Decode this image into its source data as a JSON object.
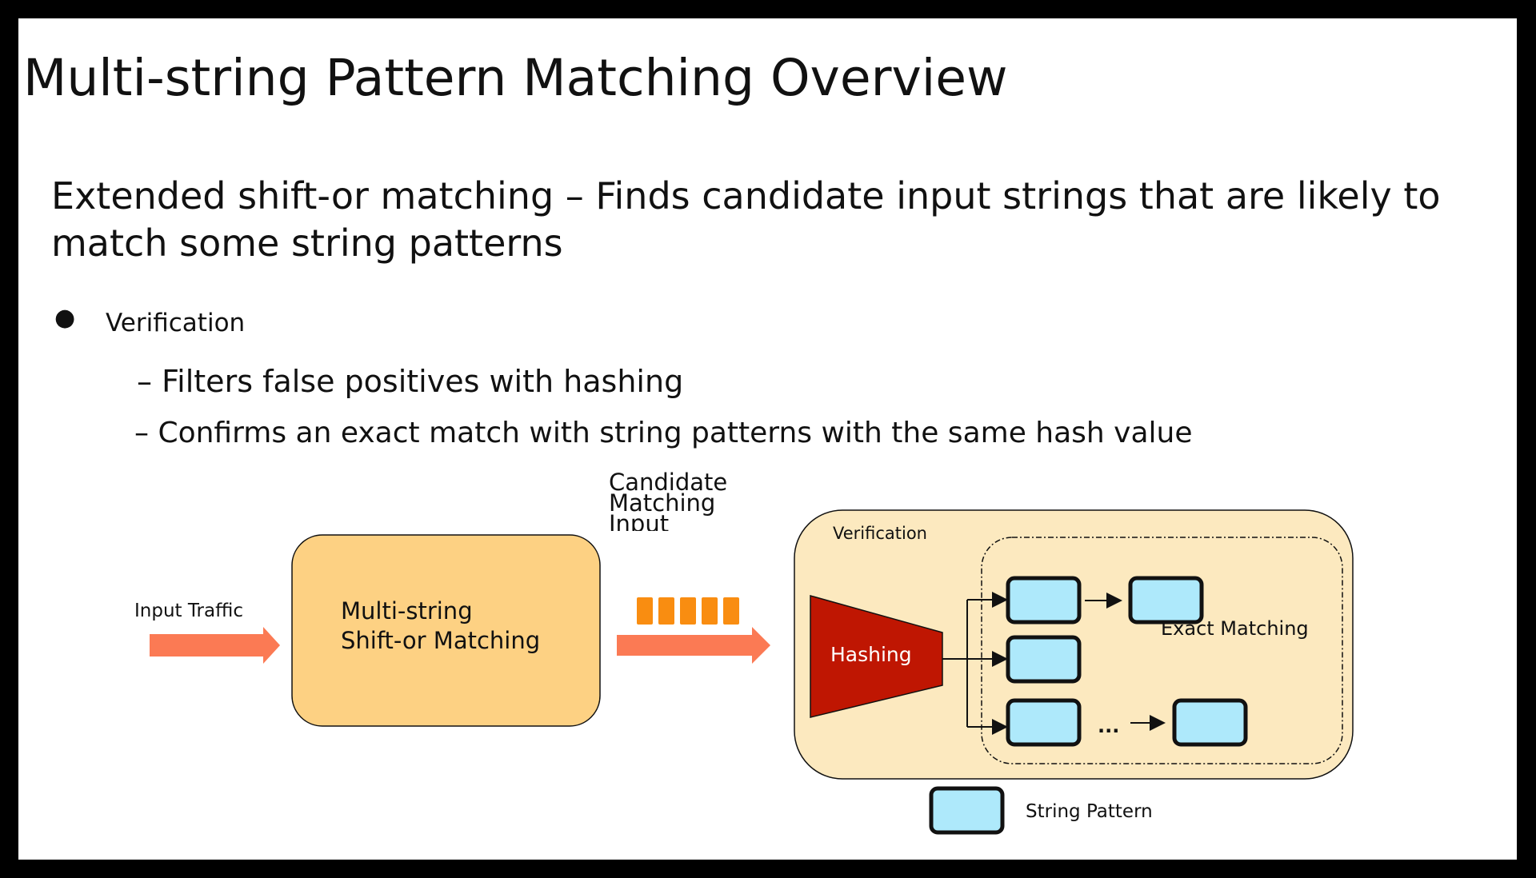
{
  "slide": {
    "title": "Multi-string Pattern Matching Overview",
    "main_point": "Extended shift-or matching – Finds candidate input strings that are likely to match some string patterns",
    "bullet": {
      "marker": "●",
      "label": "Verification",
      "sub_items": [
        "– Filters false positives with hashing",
        "– Confirms an exact match with string patterns with the same hash value"
      ]
    }
  },
  "diagram": {
    "input_label": "Input Traffic",
    "shift_or_box": {
      "line1": "Multi-string",
      "line2": "Shift-or Matching"
    },
    "candidate_label": {
      "line1": "Candidate",
      "line2": "Matching",
      "line3": "Input"
    },
    "verification_label": "Verification",
    "hashing_label": "Hashing",
    "exact_matching_label": "Exact Matching",
    "ellipsis": "...",
    "legend_label": "String Pattern",
    "colors": {
      "arrow": "#fb7a54",
      "shift_or_fill": "#fdd183",
      "queue_block": "#f98d11",
      "verification_fill": "#fce9bf",
      "hashing_fill": "#bf1602",
      "pattern_fill": "#aee9fb"
    }
  }
}
